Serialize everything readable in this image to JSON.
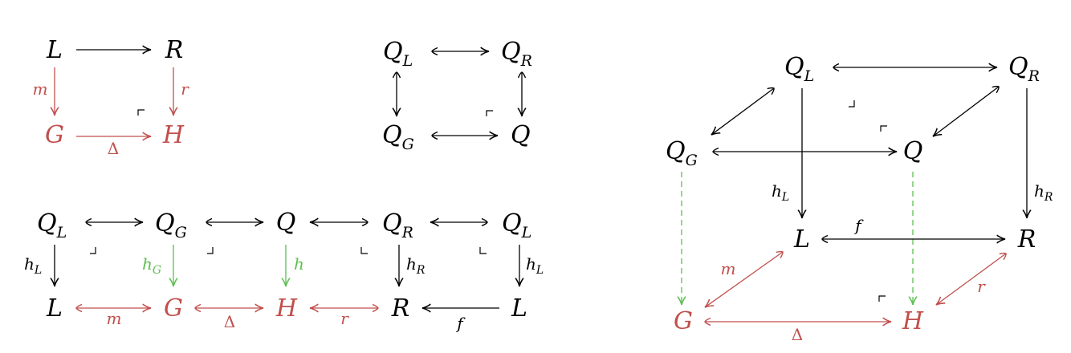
{
  "colors": {
    "black": "#000000",
    "red": "#c0504d",
    "green": "#5bbf4f"
  },
  "nodes": {
    "L": "L",
    "R": "R",
    "G": "G",
    "H": "H",
    "Q": "Q",
    "Q_main": "Q",
    "sub_L": "L",
    "sub_R": "R",
    "sub_G": "G"
  },
  "labels": {
    "m": "m",
    "r": "r",
    "delta": "Δ",
    "f": "f",
    "h": "h",
    "sub_L": "L",
    "sub_R": "R",
    "sub_G": "G"
  }
}
